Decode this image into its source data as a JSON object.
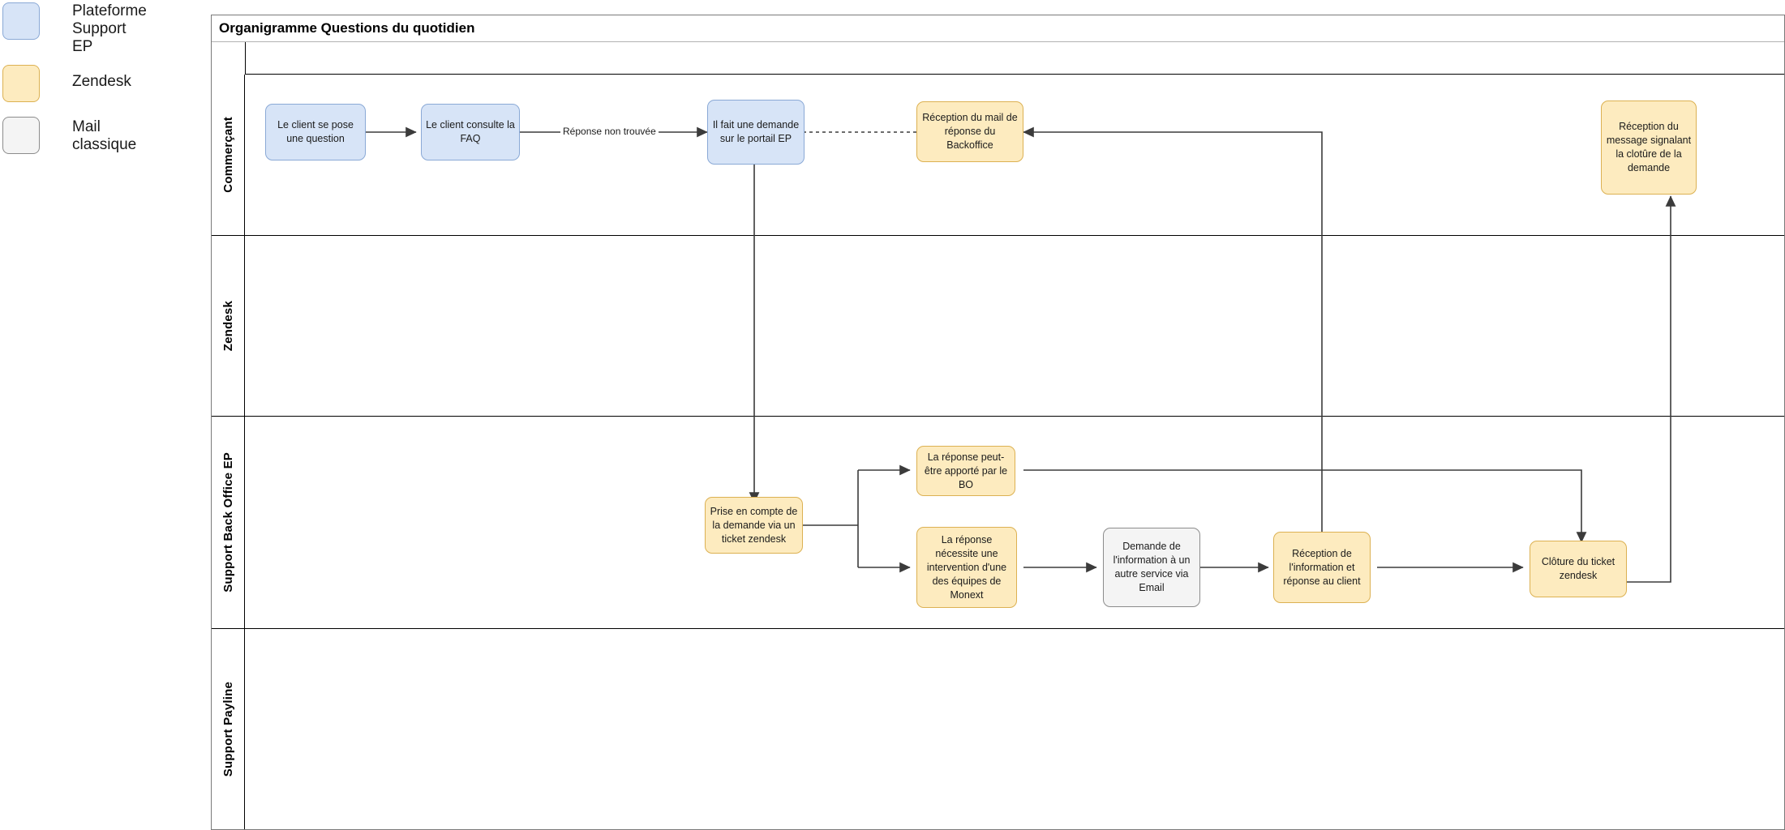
{
  "legend": {
    "items": [
      {
        "label": "Plateforme\nSupport\nEP",
        "color": "#d7e4f7",
        "border": "#8aa9d6"
      },
      {
        "label": "Zendesk",
        "color": "#fdebbf",
        "border": "#dcb152"
      },
      {
        "label": "Mail\nclassique",
        "color": "#f4f4f4",
        "border": "#8c8c8c"
      }
    ]
  },
  "pool": {
    "title": "Organigramme Questions du quotidien",
    "lanes": [
      {
        "id": "commercant",
        "label": "Commerçant"
      },
      {
        "id": "zendesk",
        "label": "Zendesk"
      },
      {
        "id": "support-back-office-ep",
        "label": "Support Back Office EP"
      },
      {
        "id": "support-payline",
        "label": "Support Payline"
      }
    ]
  },
  "nodes": {
    "client_question": "Le client se pose une question",
    "client_faq": "Le client consulte la FAQ",
    "demande_portail": "Il fait une demande sur le portail EP",
    "reception_mail": "Réception du mail de réponse du Backoffice",
    "reception_cloture": "Réception du message signalant la clotûre de la demande",
    "prise_en_compte": "Prise en compte de la demande via un ticket zendesk",
    "reponse_bo": "La réponse peut-être apporté par le BO",
    "reponse_monext": "La réponse nécessite une intervention d'une des équipes de Monext",
    "demande_email": "Demande de l'information à un autre service via Email",
    "reception_info": "Réception de l'information et réponse au client",
    "cloture_ticket": "Clôture du ticket zendesk"
  },
  "edge_labels": {
    "reponse_non_trouvee": "Réponse non trouvée"
  },
  "colors": {
    "blue_fill": "#d7e4f7",
    "blue_stroke": "#8aa9d6",
    "amber_fill": "#fdebbf",
    "amber_stroke": "#dcb152",
    "grey_fill": "#f4f4f4",
    "grey_stroke": "#8c8c8c",
    "edge": "#3b3b3b",
    "lane_border": "#000000"
  }
}
